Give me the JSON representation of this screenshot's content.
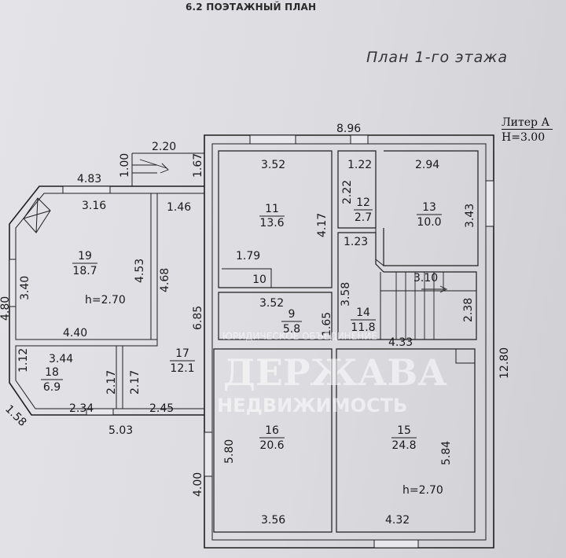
{
  "header": {
    "section": "6.2 ПОЭТАЖНЫЙ ПЛАН",
    "plan_title": "План 1-го этажа"
  },
  "liter": {
    "name": "Литер А",
    "height": "H=3.00"
  },
  "dimensions": {
    "d896": "8.96",
    "d220": "2.20",
    "d100": "1.00",
    "d167": "1.67",
    "d483": "4.83",
    "d316": "3.16",
    "d146": "1.46",
    "d340": "3.40",
    "d453": "4.53",
    "d468": "4.68",
    "d440": "4.40",
    "d480": "4.80",
    "d344": "3.44",
    "d112": "1.12",
    "d158": "1.58",
    "d234": "2.34",
    "d217a": "2.17",
    "d217b": "2.17",
    "d245": "2.45",
    "d503": "5.03",
    "d352a": "3.52",
    "d179": "1.79",
    "d417": "4.17",
    "d122": "1.22",
    "d222": "2.22",
    "d123": "1.23",
    "d294": "2.94",
    "d343": "3.43",
    "d310": "3.10",
    "d238": "2.38",
    "d685": "6.85",
    "d352b": "3.52",
    "d165": "1.65",
    "d358": "3.58",
    "d433": "4.33",
    "d1280": "12.80",
    "d580": "5.80",
    "d400": "4.00",
    "d356": "3.56",
    "d584": "5.84",
    "d432": "4.32"
  },
  "heights": {
    "h19": "h=2.70",
    "h15": "h=2.70"
  },
  "rooms": {
    "r9": {
      "number": "9",
      "area": "5.8"
    },
    "r10": {
      "number": "10",
      "area": ""
    },
    "r11": {
      "number": "11",
      "area": "13.6"
    },
    "r12": {
      "number": "12",
      "area": "2.7"
    },
    "r13": {
      "number": "13",
      "area": "10.0"
    },
    "r14": {
      "number": "14",
      "area": "11.8"
    },
    "r15": {
      "number": "15",
      "area": "24.8"
    },
    "r16": {
      "number": "16",
      "area": "20.6"
    },
    "r17": {
      "number": "17",
      "area": "12.1"
    },
    "r18": {
      "number": "18",
      "area": "6.9"
    },
    "r19": {
      "number": "19",
      "area": "18.7"
    }
  },
  "watermark": {
    "small": "ЮРИДИЧЕСКОЕ ОБЪЕДИНЕНИЕ",
    "big": "ДЕРЖАВА",
    "sub": "НЕДВИЖИМОСТЬ"
  }
}
